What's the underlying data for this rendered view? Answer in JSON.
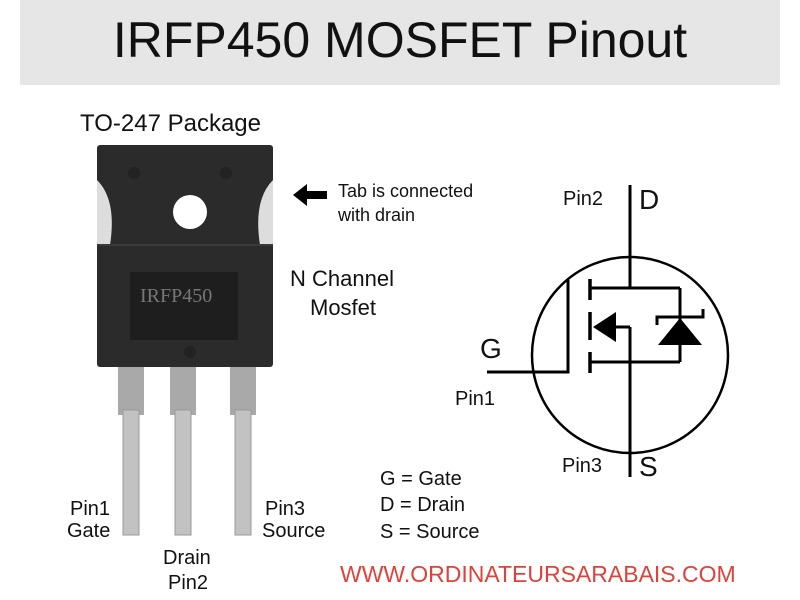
{
  "title": "IRFP450 MOSFET Pinout",
  "package_label": "TO-247 Package",
  "part_marking": "IRFP450",
  "watermark": "WWW.ORDINATEURSARABAIS.COM",
  "tab_note": {
    "line1": "Tab is connected",
    "line2": "with drain"
  },
  "channel_note": {
    "line1": "N Channel",
    "line2": "Mosfet"
  },
  "symbol": {
    "drain_pin": "Pin2",
    "drain_letter": "D",
    "gate_letter": "G",
    "gate_pin": "Pin1",
    "source_pin": "Pin3",
    "source_letter": "S"
  },
  "leads": {
    "left": {
      "pin": "Pin1",
      "name": "Gate"
    },
    "middle": {
      "pin": "Pin2",
      "name": "Drain"
    },
    "right": {
      "pin": "Pin3",
      "name": "Source"
    }
  },
  "legend": [
    "G = Gate",
    "D = Drain",
    "S = Source"
  ],
  "colors": {
    "header_bg": "#e6e6e6",
    "package": "#2b2b2b",
    "lead": "#b9b9b9",
    "watermark": "#e0413a"
  }
}
